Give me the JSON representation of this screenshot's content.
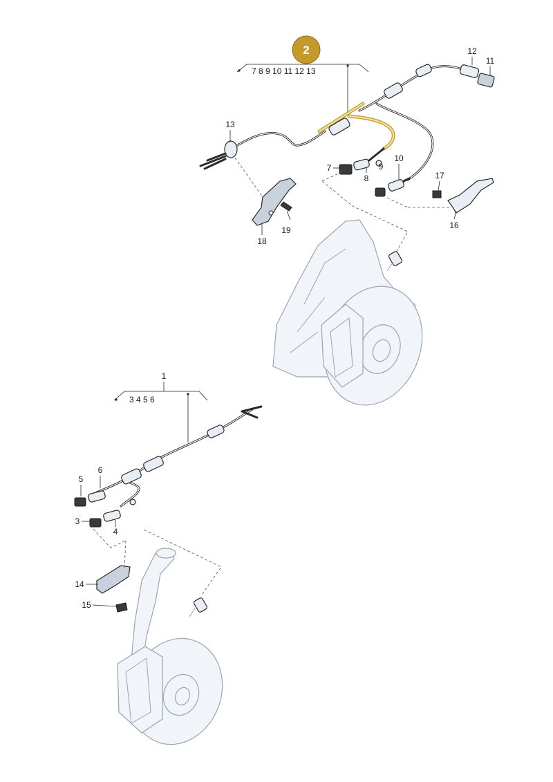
{
  "badge": {
    "label": "2",
    "color": "#c49a2c"
  },
  "upper_group": {
    "numbers": "7 8 9 10 11 12 13"
  },
  "lower_group": {
    "label": "1",
    "numbers": "3 4 5 6"
  },
  "callouts": {
    "c12": "12",
    "c11": "11",
    "c13": "13",
    "c7": "7",
    "c8": "8",
    "c9": "9",
    "c10": "10",
    "c17": "17",
    "c16": "16",
    "c18": "18",
    "c19": "19",
    "c5": "5",
    "c6": "6",
    "c3": "3",
    "c4": "4",
    "c14": "14",
    "c15": "15"
  },
  "colors": {
    "highlight_cable": "#c9a13c",
    "line": "#222222",
    "body": "#f1f4f8"
  }
}
